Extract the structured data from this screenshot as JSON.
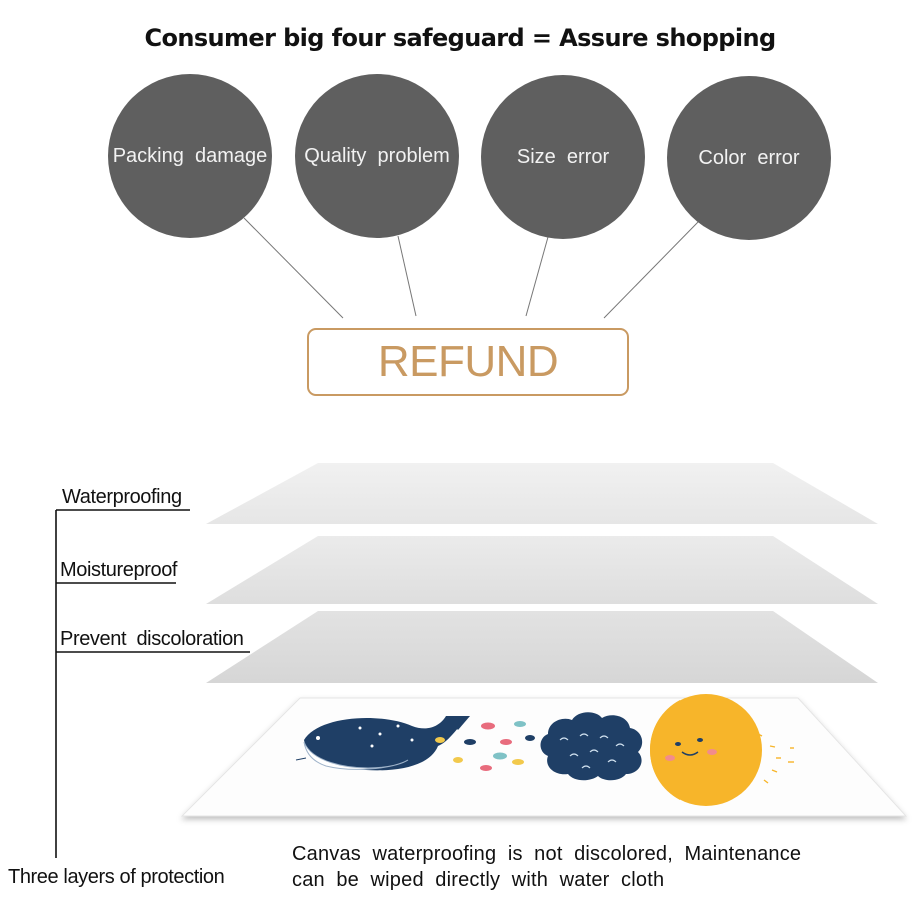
{
  "header": {
    "title": "Consumer big four safeguard = Assure shopping"
  },
  "safeguards": [
    {
      "label": "Packing  damage"
    },
    {
      "label": "Quality  problem"
    },
    {
      "label": "Size  error"
    },
    {
      "label": "Color  error"
    }
  ],
  "refund": {
    "label": "REFUND"
  },
  "protection": {
    "layers": [
      {
        "label": "Waterproofing"
      },
      {
        "label": "Moistureproof"
      },
      {
        "label": "Prevent  discoloration"
      }
    ],
    "summary_label": "Three layers of protection"
  },
  "caption": {
    "line1": "Canvas  waterproofing  is  not  discolored,  Maintenance",
    "line2": "can  be  wiped  directly  with  water  cloth"
  },
  "colors": {
    "circle": "#5f5f5f",
    "refund_accent": "#c99a62",
    "layer_light": "#ececec",
    "layer_mid": "#e3e3e3",
    "layer_dark": "#d8d8d8",
    "whale": "#1f3f66",
    "cloud": "#1f3f66",
    "sun": "#f7b52a"
  }
}
